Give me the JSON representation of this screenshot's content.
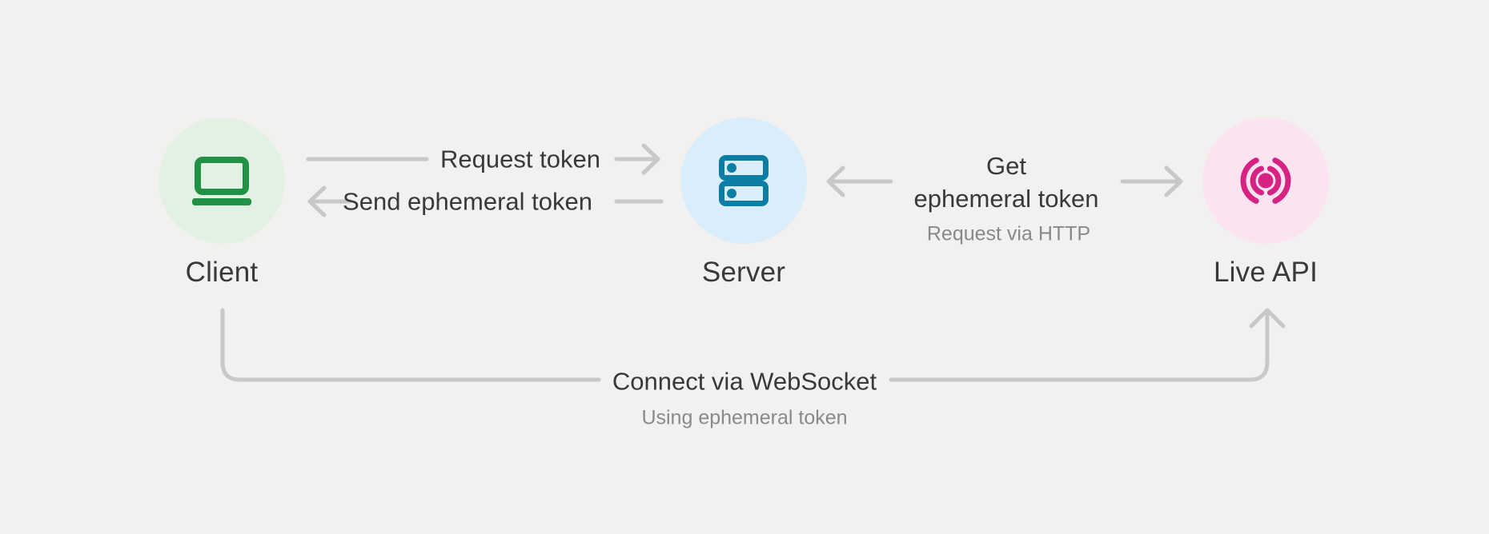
{
  "colors": {
    "background": "#f2f1ef",
    "connector_line": "#c9c8c6",
    "label_text": "#37393b",
    "secondary_text": "#87898c",
    "client_circle_bg": "#e3f1e4",
    "client_icon": "#219245",
    "server_circle_bg": "#d9edfa",
    "server_icon": "#0d7ea3",
    "live_api_circle_bg": "#fce3f0",
    "live_api_icon": "#d62383"
  },
  "nodes": {
    "client": {
      "label": "Client",
      "icon": "laptop-icon"
    },
    "server": {
      "label": "Server",
      "icon": "server-rack-icon"
    },
    "live_api": {
      "label": "Live API",
      "icon": "live-broadcast-icon"
    }
  },
  "edges": {
    "request_token": {
      "label": "Request token"
    },
    "send_ephemeral_token": {
      "label": "Send ephemeral token"
    },
    "get_ephemeral_token": {
      "label_line1": "Get",
      "label_line2": "ephemeral token",
      "sublabel": "Request via HTTP"
    },
    "connect_websocket": {
      "label": "Connect via WebSocket",
      "sublabel": "Using ephemeral token"
    }
  }
}
